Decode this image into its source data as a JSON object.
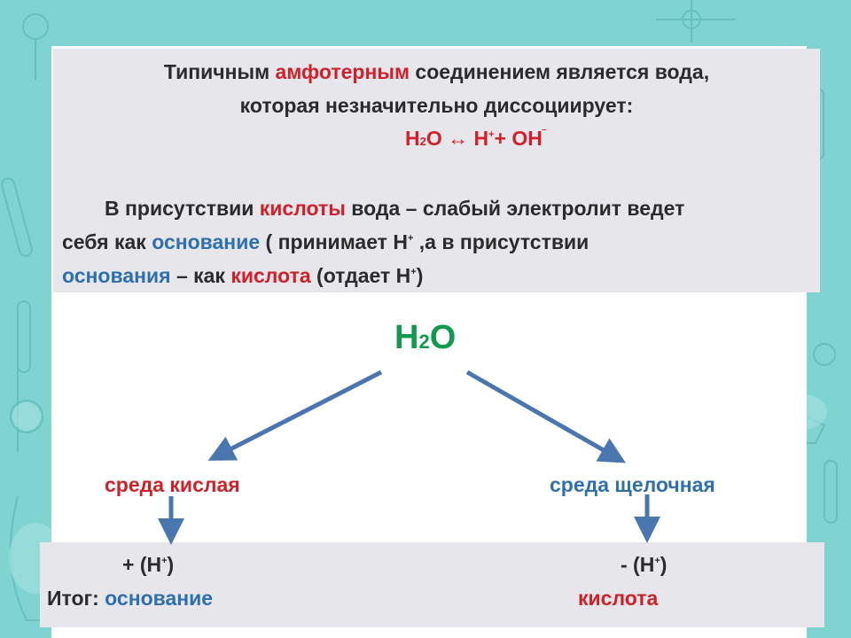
{
  "intro": {
    "line1": {
      "a": "Типичным ",
      "b": "амфотерным",
      "c": " соединением является вода,"
    },
    "line2": "которая незначительно диссоциирует:"
  },
  "equation": {
    "h": "H",
    "sub2": "2",
    "o": "O",
    "arrow": " ↔ ",
    "hplus": "H",
    "plus": "+",
    "mid": "+ OH",
    "minus": "‾"
  },
  "presence": {
    "l1a": "В присутствии ",
    "l1b": "кислоты",
    "l1c": " вода – слабый электролит ведет",
    "l2a": "себя как ",
    "l2b": "основание",
    "l2c": " ( принимает H",
    "l2sup": "+",
    "l2d": " ,а в присутствии",
    "l3a": "основания",
    "l3b": " – как ",
    "l3c": "кислота",
    "l3d": " (отдает H",
    "l3sup": "+",
    "l3e": ")"
  },
  "diagram": {
    "center": {
      "h": "H",
      "sub": "2",
      "o": "O"
    },
    "left_label": "среда кислая",
    "right_label": "среда щелочная",
    "left_result": {
      "pre": "+  (H",
      "sup": "+",
      "post": ")"
    },
    "right_result": {
      "pre": "- (H",
      "sup": "+",
      "post": ")"
    },
    "itog": "Итог: ",
    "left_final": "основание",
    "right_final": "кислота"
  },
  "colors": {
    "accent_red": "#d0202a",
    "accent_blue": "#2e6fb0",
    "accent_green": "#119955",
    "arrow": "#4a76b0",
    "frame": "#7fd3d1"
  }
}
